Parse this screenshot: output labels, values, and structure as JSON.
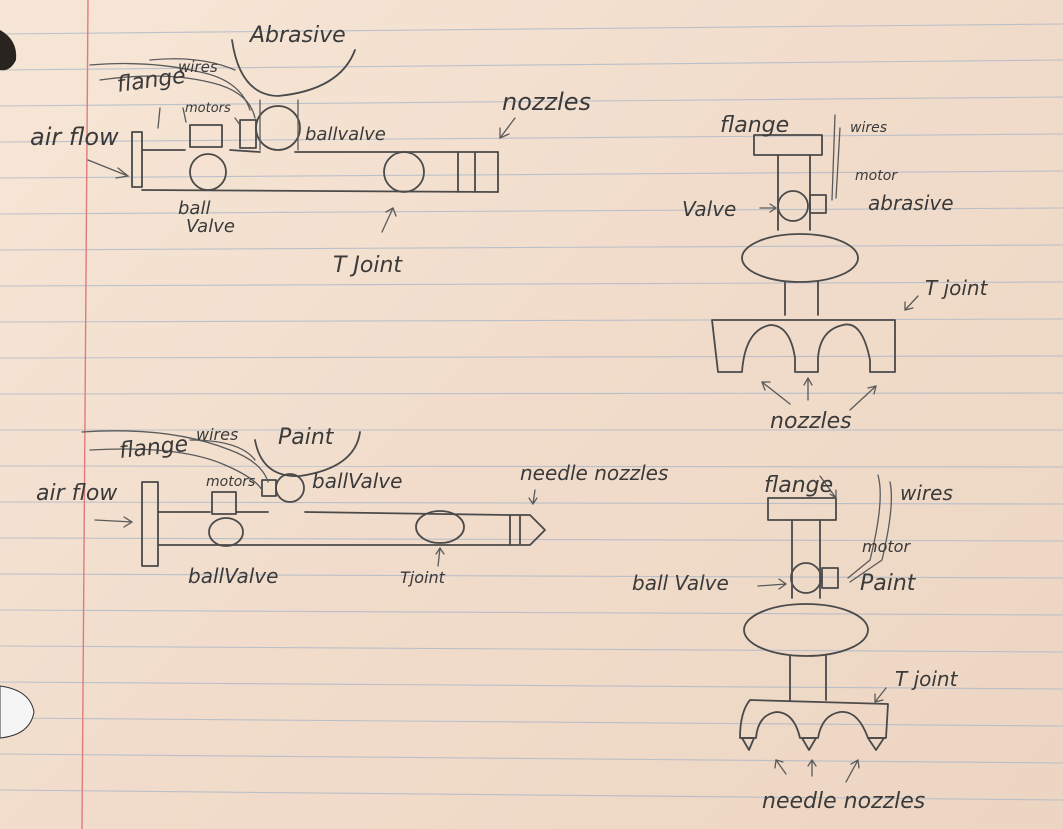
{
  "sketch_1": {
    "airflow": "air flow",
    "flange": "flange",
    "wires": "wires",
    "motors": "motors",
    "abrasive": "Abrasive",
    "ball_valve_top": "ballvalve",
    "nozzles": "nozzles",
    "ball_valve_bottom_1": "ball",
    "ball_valve_bottom_2": "Valve",
    "t_joint": "T Joint"
  },
  "sketch_2": {
    "flange": "flange",
    "wires": "wires",
    "motor": "motor",
    "valve": "Valve",
    "abrasive": "abrasive",
    "t_joint": "T joint",
    "nozzles": "nozzles"
  },
  "sketch_3": {
    "airflow": "air flow",
    "flange": "flange",
    "wires": "wires",
    "motors": "motors",
    "paint": "Paint",
    "ball_valve_top": "ballValve",
    "needle_nozzles": "needle nozzles",
    "ball_valve_bottom": "ballValve",
    "t_joint": "Tjoint"
  },
  "sketch_4": {
    "flange": "flange",
    "wires": "wires",
    "motor": "motor",
    "ball_valve": "ball Valve",
    "paint": "Paint",
    "t_joint": "T joint",
    "needle_nozzles": "needle nozzles"
  }
}
